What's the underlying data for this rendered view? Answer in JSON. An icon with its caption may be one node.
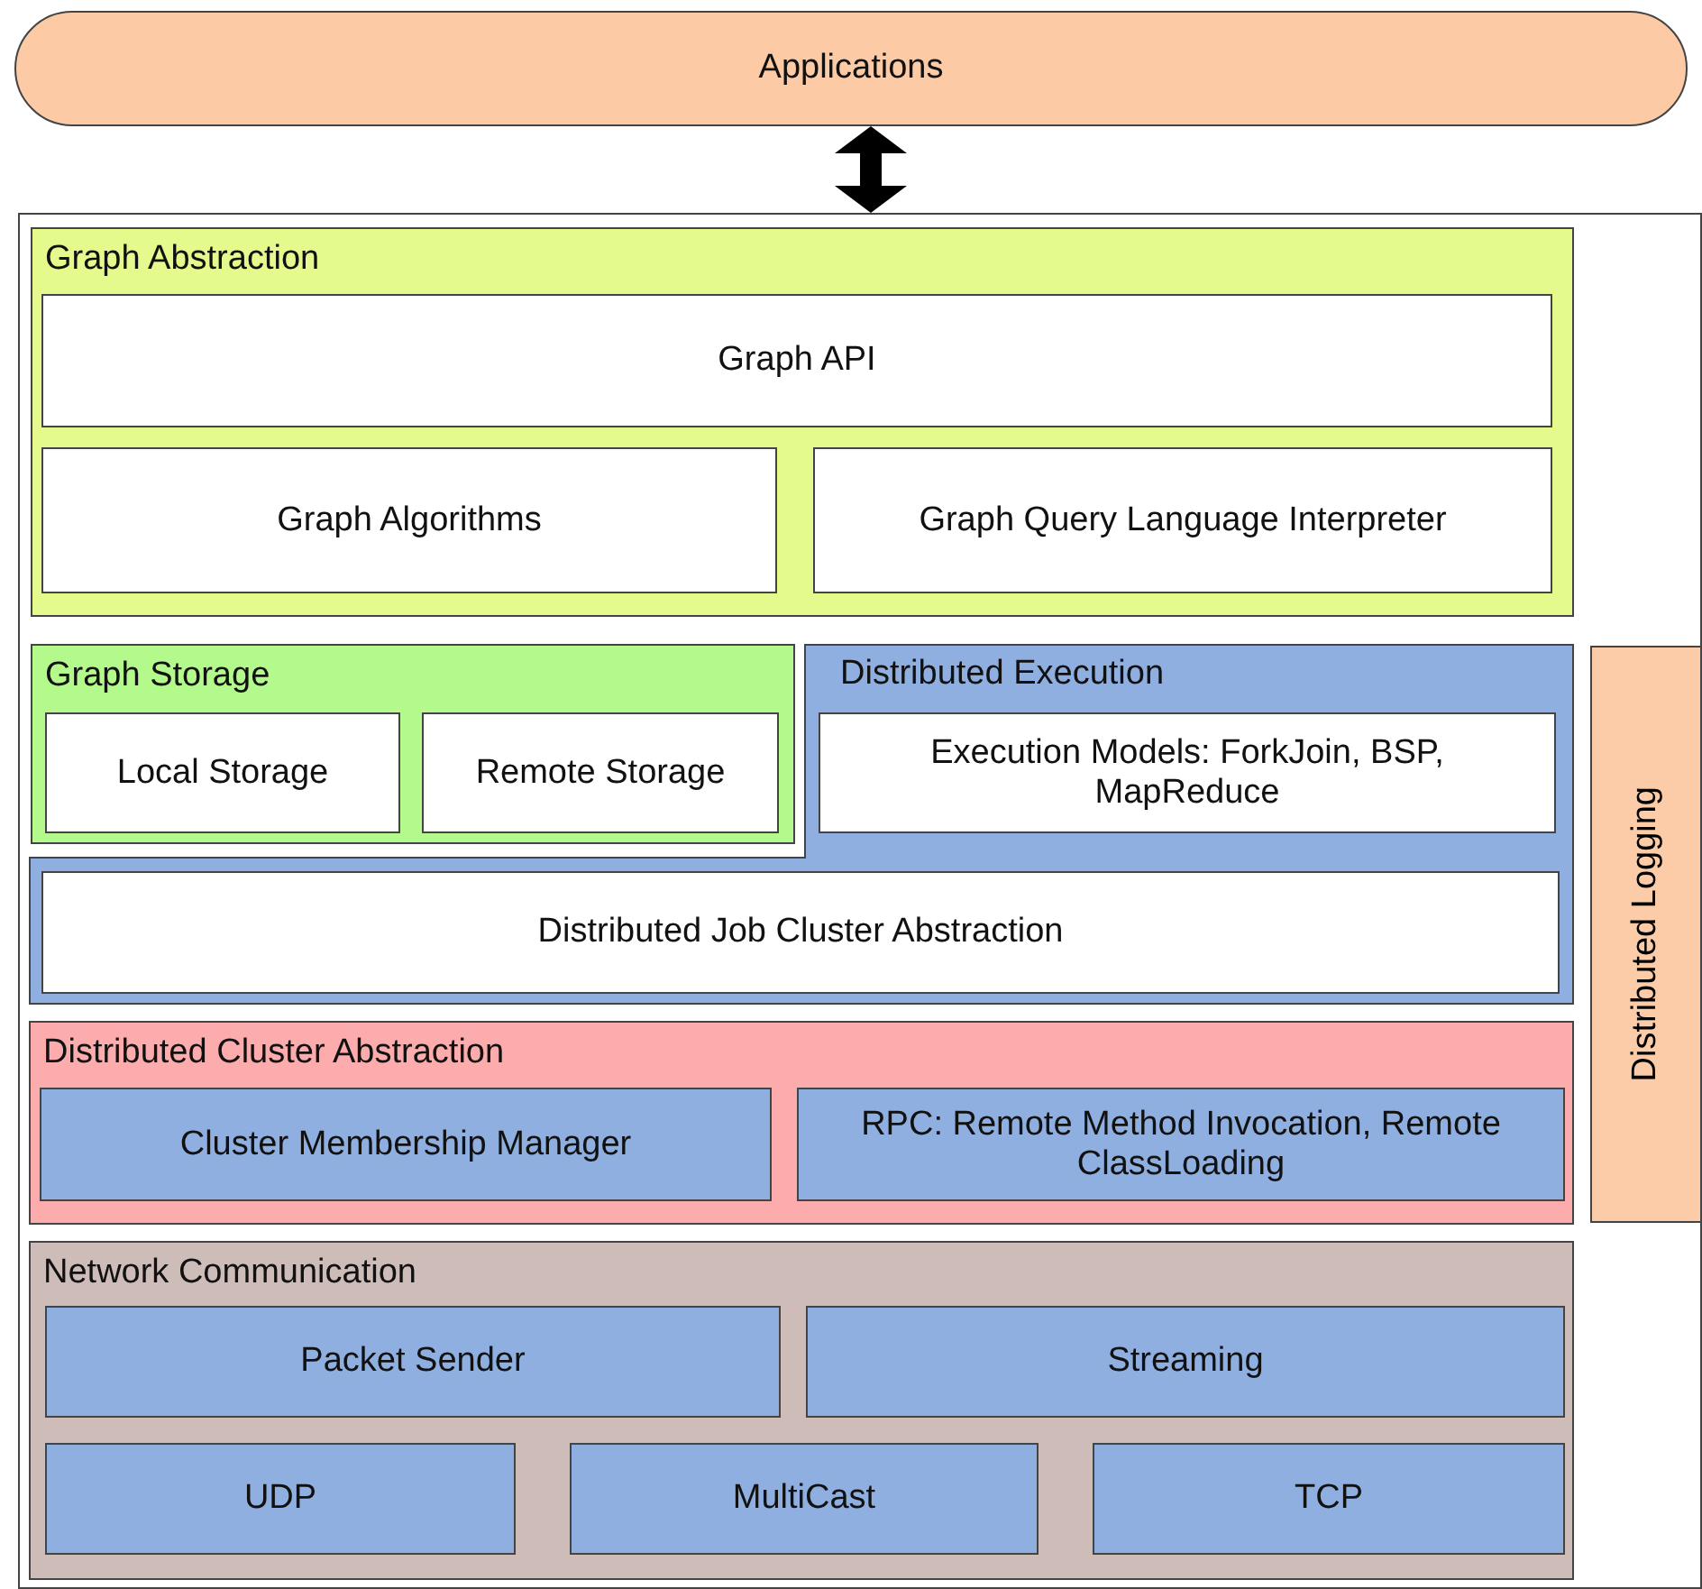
{
  "diagram": {
    "nodes": [
      {
        "text": [
          "Applications"
        ]
      },
      {
        "text": [],
        "shape": "box"
      },
      {
        "text": [
          "Graph Abstraction"
        ],
        "in": 1
      },
      {
        "text": [
          "Graph API"
        ],
        "in": 2
      },
      {
        "text": [
          "Graph Algorithms"
        ],
        "in": 2
      },
      {
        "text": [
          "Graph Query Language Interpreter"
        ],
        "in": 2
      },
      {
        "text": [
          "Distributed Execution"
        ],
        "in": 1
      },
      {
        "text": [
          "Graph Storage"
        ],
        "in": 6
      },
      {
        "text": [
          "Local Storage"
        ],
        "in": 7
      },
      {
        "text": [
          "Remote Storage"
        ],
        "in": 7
      },
      {
        "text": [
          "Execution Models: ForkJoin, BSP, MapReduce"
        ],
        "in": 6
      },
      {
        "text": [
          "Distributed Job Cluster Abstraction"
        ],
        "in": 6
      },
      {
        "text": [
          "Distributed Cluster Abstraction"
        ],
        "in": 1
      },
      {
        "text": [
          "Cluster Membership Manager"
        ],
        "in": 12
      },
      {
        "text": [
          "RPC: Remote Method Invocation, Remote ClassLoading"
        ],
        "in": 12
      },
      {
        "text": [
          "Network Communication"
        ],
        "in": 1
      },
      {
        "text": [
          "Packet Sender"
        ],
        "in": 15
      },
      {
        "text": [
          "Streaming"
        ],
        "in": 15
      },
      {
        "text": [
          "UDP"
        ],
        "in": 15
      },
      {
        "text": [
          "MultiCast"
        ],
        "in": 15
      },
      {
        "text": [
          "TCP"
        ],
        "in": 15
      },
      {
        "text": [
          "Distributed Logging"
        ],
        "in": 1
      }
    ],
    "edges": [
      {
        "from": 0,
        "to": 1,
        "arrow": "both"
      }
    ]
  }
}
